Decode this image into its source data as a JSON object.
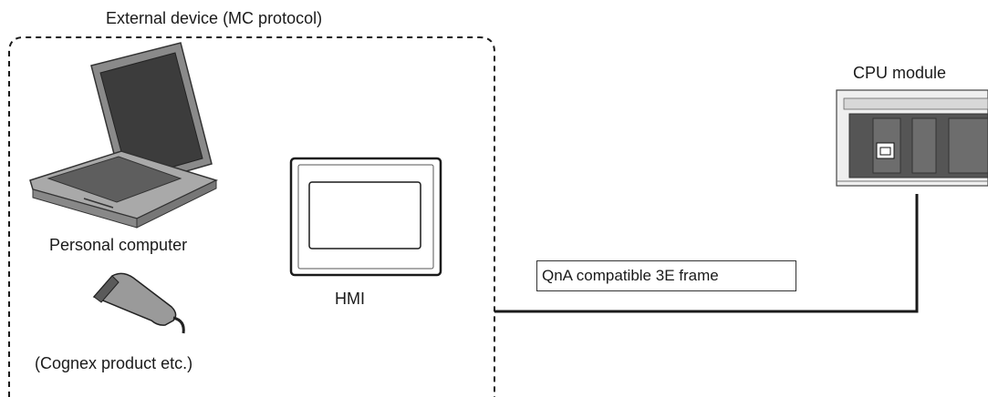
{
  "labels": {
    "external_device": "External device (MC protocol)",
    "personal_computer": "Personal computer",
    "hmi": "HMI",
    "cognex": "(Cognex product etc.)",
    "cpu_module": "CPU module",
    "frame": "QnA compatible 3E frame"
  },
  "icons": [
    "laptop-icon",
    "hmi-panel-icon",
    "barcode-scanner-icon",
    "cpu-module-icon"
  ],
  "colors": {
    "line": "#1a1a1a",
    "device_gray": "#7a7a7a",
    "panel_light": "#e6e6e6"
  }
}
